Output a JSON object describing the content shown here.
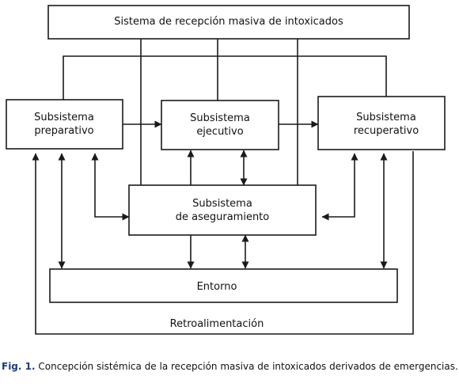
{
  "diagram": {
    "top_box": "Sistema de recepción masiva de intoxicados",
    "preparativo": [
      "Subsistema",
      "preparativo"
    ],
    "ejecutivo": [
      "Subsistema",
      "ejecutivo"
    ],
    "recuperativo": [
      "Subsistema",
      "recuperativo"
    ],
    "aseguramiento": [
      "Subsistema",
      "de aseguramiento"
    ],
    "entorno": "Entorno",
    "feedback_label": "Retroalimentación"
  },
  "caption": {
    "label": "Fig. 1.",
    "text": " Concepción sistémica de la recepción masiva de intoxicados derivados de emergencias."
  },
  "colors": {
    "line": "#1a1a1a",
    "caption_label": "#1f3b7a"
  }
}
